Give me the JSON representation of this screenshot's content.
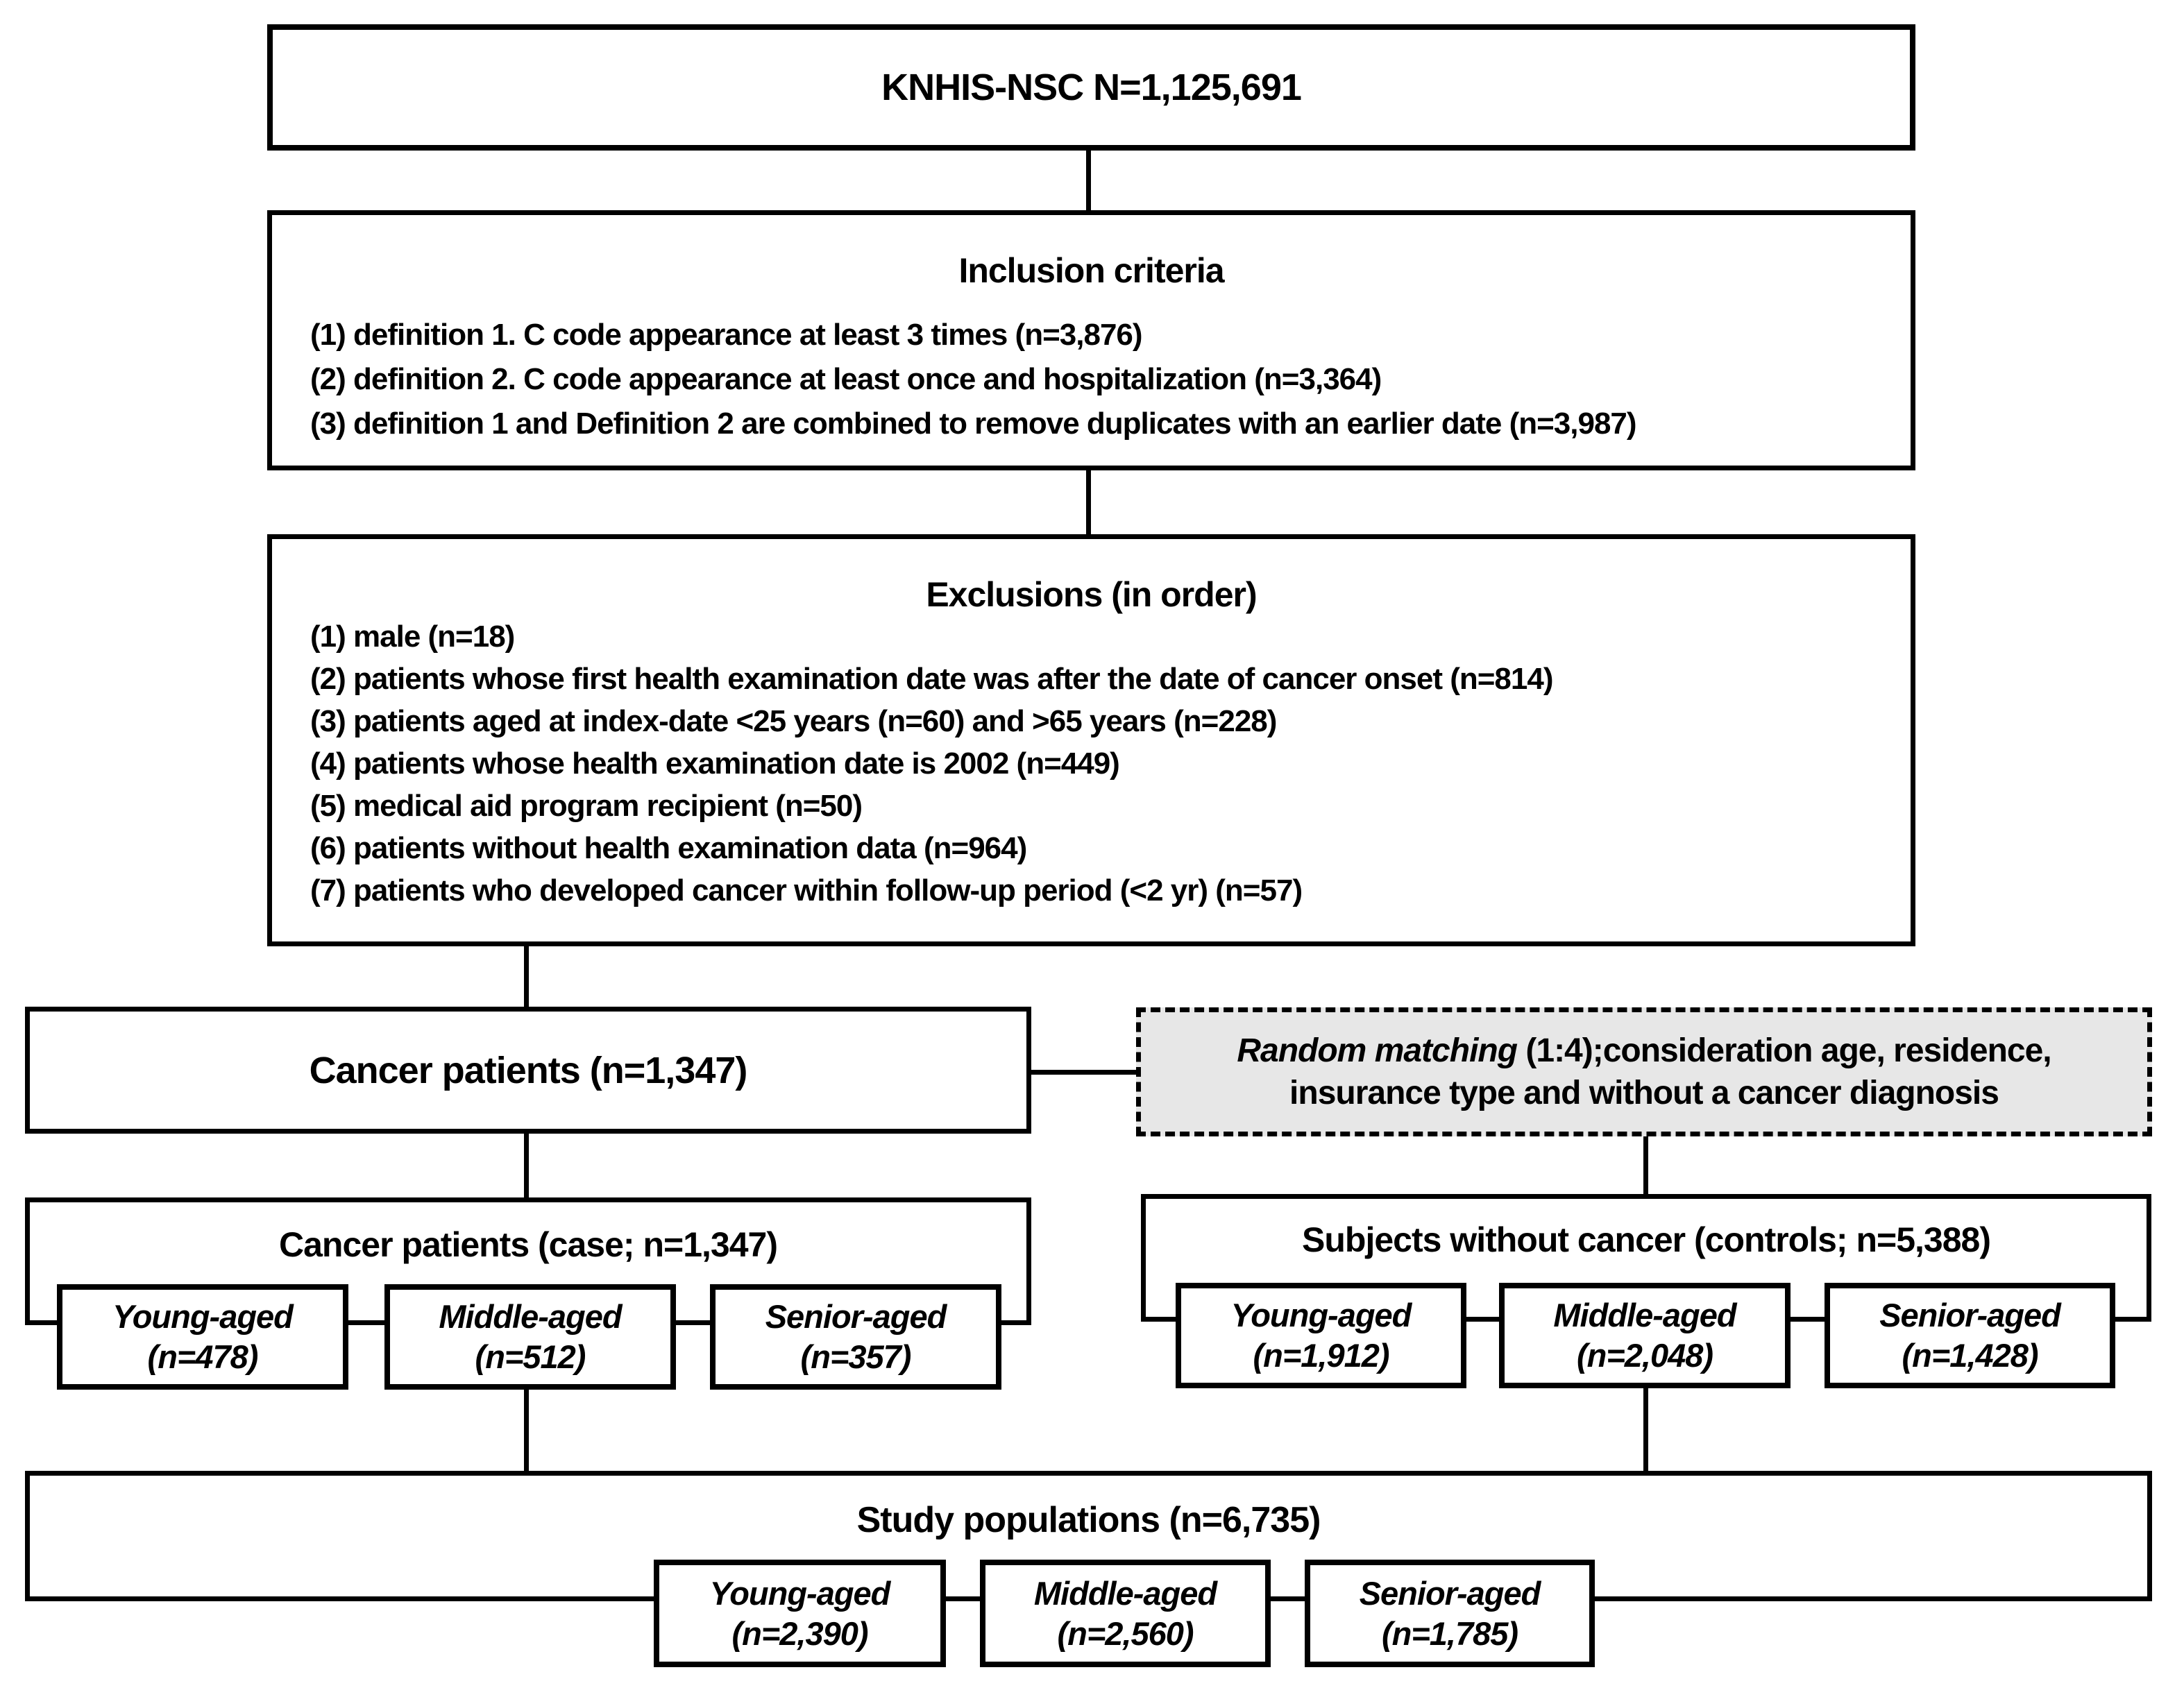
{
  "diagram": {
    "source": {
      "label": "KNHIS-NSC N=1,125,691"
    },
    "inclusion": {
      "title": "Inclusion criteria",
      "items": [
        "(1) definition 1. C code appearance at least 3 times (n=3,876)",
        "(2) definition 2. C code appearance at least once and hospitalization (n=3,364)",
        "(3) definition 1 and Definition 2 are combined to remove duplicates with an earlier date (n=3,987)"
      ]
    },
    "exclusions": {
      "title": "Exclusions (in order)",
      "items": [
        "(1) male (n=18)",
        "(2) patients whose first health examination date was after the date of cancer onset (n=814)",
        "(3) patients aged at index-date <25 years (n=60) and >65 years (n=228)",
        "(4) patients whose health examination date is 2002 (n=449)",
        "(5) medical aid program recipient (n=50)",
        "(6) patients without health examination data (n=964)",
        "(7) patients who developed cancer within follow-up period (<2 yr) (n=57)"
      ]
    },
    "cancer_patients": {
      "label": "Cancer patients (n=1,347)"
    },
    "random_matching": {
      "line1_italic": "Random matching",
      "line1_rest": " (1:4);consideration age, residence,",
      "line2": "insurance type and without a cancer diagnosis"
    },
    "case_group": {
      "title": "Cancer patients (case; n=1,347)",
      "subgroups": [
        {
          "name": "Young-aged",
          "count": "(n=478)"
        },
        {
          "name": "Middle-aged",
          "count": "(n=512)"
        },
        {
          "name": "Senior-aged",
          "count": "(n=357)"
        }
      ]
    },
    "control_group": {
      "title": "Subjects without cancer (controls; n=5,388)",
      "subgroups": [
        {
          "name": "Young-aged",
          "count": "(n=1,912)"
        },
        {
          "name": "Middle-aged",
          "count": "(n=2,048)"
        },
        {
          "name": "Senior-aged",
          "count": "(n=1,428)"
        }
      ]
    },
    "study_population": {
      "title": "Study populations (n=6,735)",
      "subgroups": [
        {
          "name": "Young-aged",
          "count": "(n=2,390)"
        },
        {
          "name": "Middle-aged",
          "count": "(n=2,560)"
        },
        {
          "name": "Senior-aged",
          "count": "(n=1,785)"
        }
      ]
    },
    "colors": {
      "border": "#000000",
      "text": "#000000",
      "matching_box_background": "#e7e7e7",
      "background": "#ffffff"
    }
  }
}
